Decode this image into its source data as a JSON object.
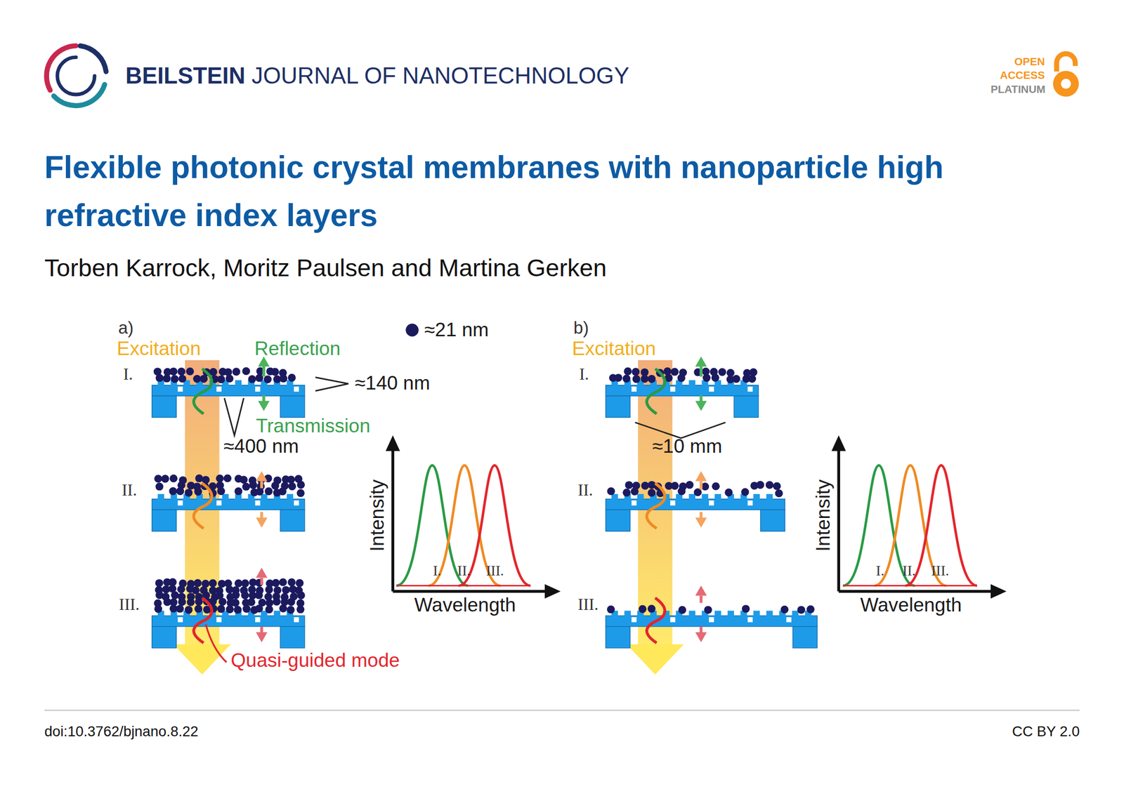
{
  "diagram": {
    "title": "Flexible photonic crystal membranes with nanoparticle high refractive index layers",
    "labels": [
      "BEILSTEIN",
      "JOURNAL OF NANOTECHNOLOGY",
      "OPEN",
      "ACCESS",
      "PLATINUM",
      "Torben Karrock, Moritz Paulsen and Martina Gerken",
      "a)",
      "Excitation",
      "Reflection",
      "≈21 nm",
      "I.",
      "≈140 nm",
      "Transmission",
      "≈400 nm",
      "II.",
      "III.",
      "Quasi-guided mode",
      "Intensity",
      "Wavelength",
      "I.",
      "II.",
      "III.",
      "b)",
      "Excitation",
      "I.",
      "≈10 mm",
      "II.",
      "III.",
      "Intensity",
      "Wavelength",
      "I.",
      "II.",
      "III.",
      "doi:10.3762/bjnano.8.22",
      "CC BY 2.0"
    ]
  }
}
